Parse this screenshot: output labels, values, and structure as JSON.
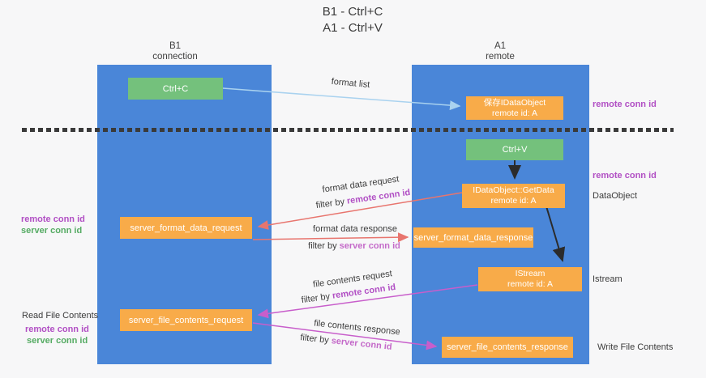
{
  "title": {
    "line1": "B1 - Ctrl+C",
    "line2": "A1 - Ctrl+V"
  },
  "lanes": {
    "left": {
      "name": "B1",
      "role": "connection"
    },
    "right": {
      "name": "A1",
      "role": "remote"
    }
  },
  "nodes": {
    "ctrl_c": {
      "label": "Ctrl+C"
    },
    "ctrl_v": {
      "label": "Ctrl+V"
    },
    "save_dataobject": {
      "line1": "保存IDataObject",
      "line2": "remote id: A"
    },
    "getdata": {
      "line1": "IDataObject::GetData",
      "line2": "remote id: A"
    },
    "istream": {
      "line1": "IStream",
      "line2": "remote id: A"
    },
    "server_format_data_request": {
      "label": "server_format_data_request"
    },
    "server_format_data_response": {
      "label": "server_format_data_response"
    },
    "server_file_contents_request": {
      "label": "server_file_contents_request"
    },
    "server_file_contents_response": {
      "label": "server_file_contents_response"
    }
  },
  "edge_labels": {
    "format_list": "format list",
    "format_data_request": "format data request",
    "format_data_request_filter_prefix": "filter by ",
    "format_data_request_filter_key": "remote conn id",
    "format_data_response": "format data response",
    "format_data_response_filter_prefix": "filter by ",
    "format_data_response_filter_key": "server conn id",
    "file_contents_request": "file contents request",
    "file_contents_request_filter_prefix": "filter by ",
    "file_contents_request_filter_key": "remote conn id",
    "file_contents_response": "file contents response",
    "file_contents_response_filter_prefix": "filter by ",
    "file_contents_response_filter_key": "server conn id"
  },
  "annotations": {
    "right_top_conn_id": "remote conn id",
    "right_mid_conn_id": "remote conn id",
    "dataobject": "DataObject",
    "istream": "Istream",
    "write_file_contents": "Write File Contents",
    "left_mid_remote": "remote conn id",
    "left_mid_server": "server conn id",
    "read_file_contents": "Read File Contents",
    "left_bottom_remote": "remote conn id",
    "left_bottom_server": "server conn id"
  },
  "colors": {
    "lane_blue": "#4a86d8",
    "node_green": "#74c17c",
    "node_orange": "#f8ab49",
    "arrow_lightblue": "#a9d2ef",
    "arrow_salmon": "#e8756e",
    "arrow_magenta": "#c85ecb",
    "arrow_black": "#2b2b2b",
    "text_purple": "#b14fc4",
    "text_green": "#55ab63",
    "text_dark": "#3c3c3c"
  }
}
